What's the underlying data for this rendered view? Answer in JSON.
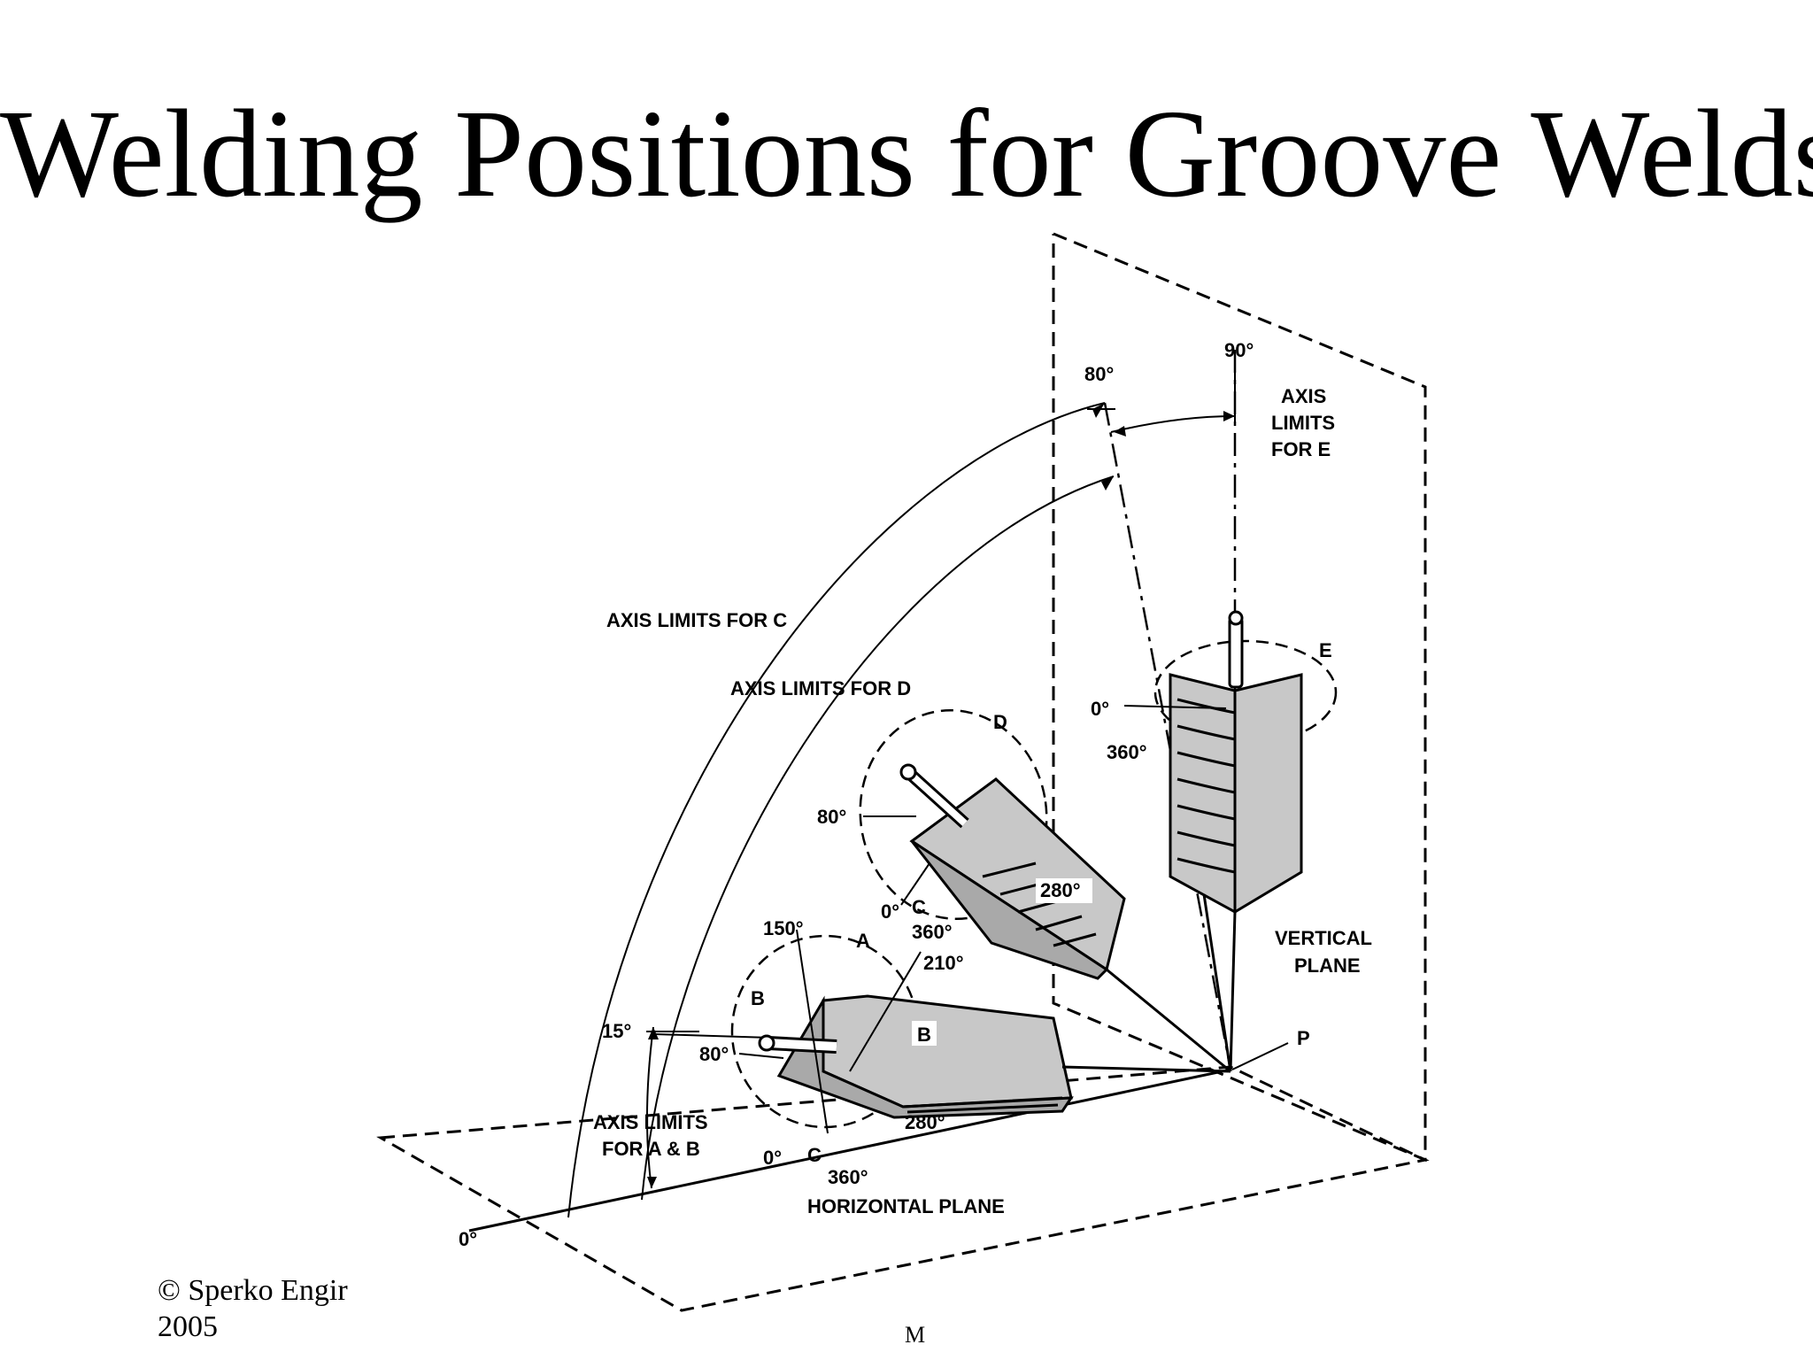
{
  "slide": {
    "title": "Welding Positions for Groove Welds",
    "footer": {
      "copyright_line1": "© Sperko Engir",
      "copyright_line2": "2005",
      "center_mark": "M"
    }
  },
  "diagram": {
    "planes": {
      "vertical": [
        "VERTICAL",
        "PLANE"
      ],
      "horizontal": "HORIZONTAL PLANE"
    },
    "reference_point": "P",
    "axis_limit_labels": {
      "c": "AXIS LIMITS FOR C",
      "d": "AXIS LIMITS FOR D",
      "e": [
        "AXIS",
        "LIMITS",
        "FOR E"
      ],
      "ab": [
        "AXIS LIMITS",
        "FOR A & B"
      ]
    },
    "inclination_angles": {
      "zero": "0°",
      "fifteen": "15°",
      "eighty": "80°",
      "ninety": "90°"
    },
    "positions": {
      "a": "A",
      "b": "B",
      "c": "C",
      "d": "D",
      "e": "E"
    },
    "rotation_angles": {
      "ab_150": "150°",
      "ab_210": "210°",
      "ab_80": "80°",
      "ab_280": "280°",
      "ab_0": "0°",
      "ab_360": "360°",
      "d_80": "80°",
      "d_0": "0°",
      "d_360": "360°",
      "d_280": "280°",
      "e_0": "0°",
      "e_360": "360°"
    }
  }
}
